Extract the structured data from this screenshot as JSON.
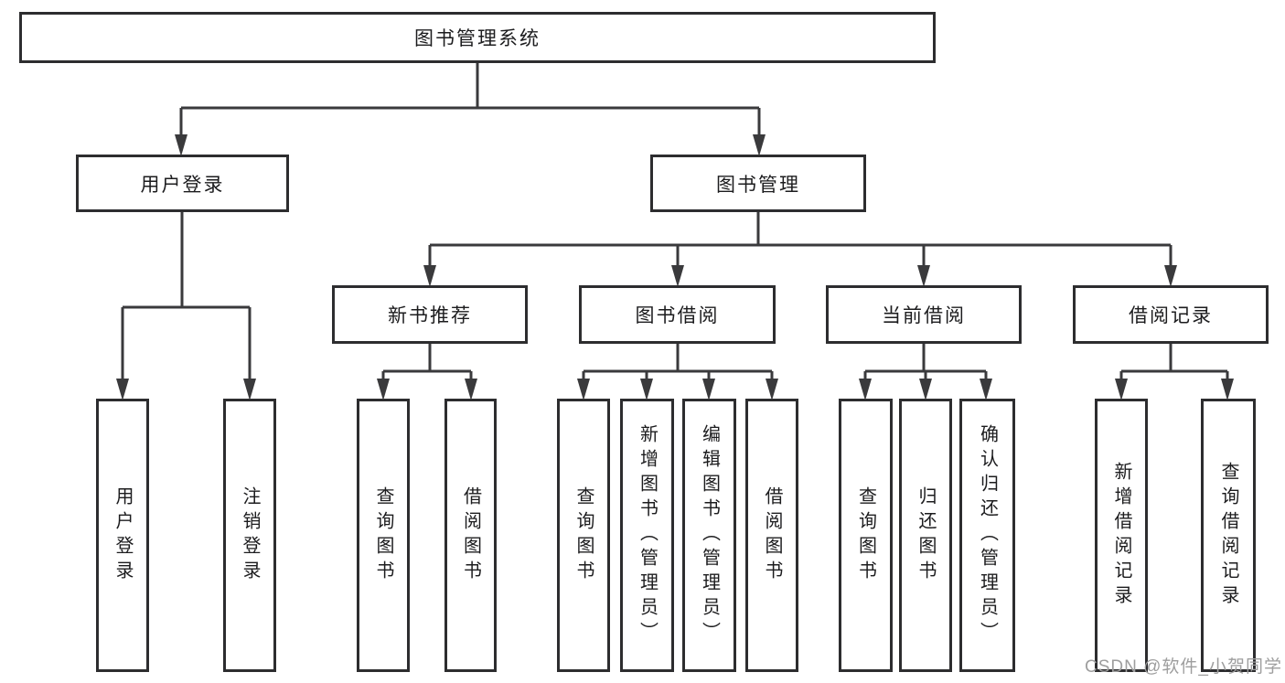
{
  "diagram": {
    "title": "图书管理系统",
    "level2": {
      "user_login": "用户登录",
      "book_mgmt": "图书管理"
    },
    "level3": {
      "new_book": "新书推荐",
      "borrow": "图书借阅",
      "current": "当前借阅",
      "records": "借阅记录"
    },
    "leaves": {
      "user_login": "用户登录",
      "logout": "注销登录",
      "nb_query": "查询图书",
      "nb_borrow": "借阅图书",
      "bb_query": "查询图书",
      "bb_add": "新增图书（管理员）",
      "bb_edit": "编辑图书（管理员）",
      "bb_borrow": "借阅图书",
      "cb_query": "查询图书",
      "cb_return": "归还图书",
      "cb_confirm": "确认归还（管理员）",
      "br_add": "新增借阅记录",
      "br_query": "查询借阅记录"
    }
  },
  "watermark": "CSDN @软件_小贺同学",
  "colors": {
    "background": "#ffffff",
    "line": "#3a3a3c",
    "border": "#2d2d2f",
    "text": "#1c1c1e",
    "watermark": "#9e9e9e"
  }
}
